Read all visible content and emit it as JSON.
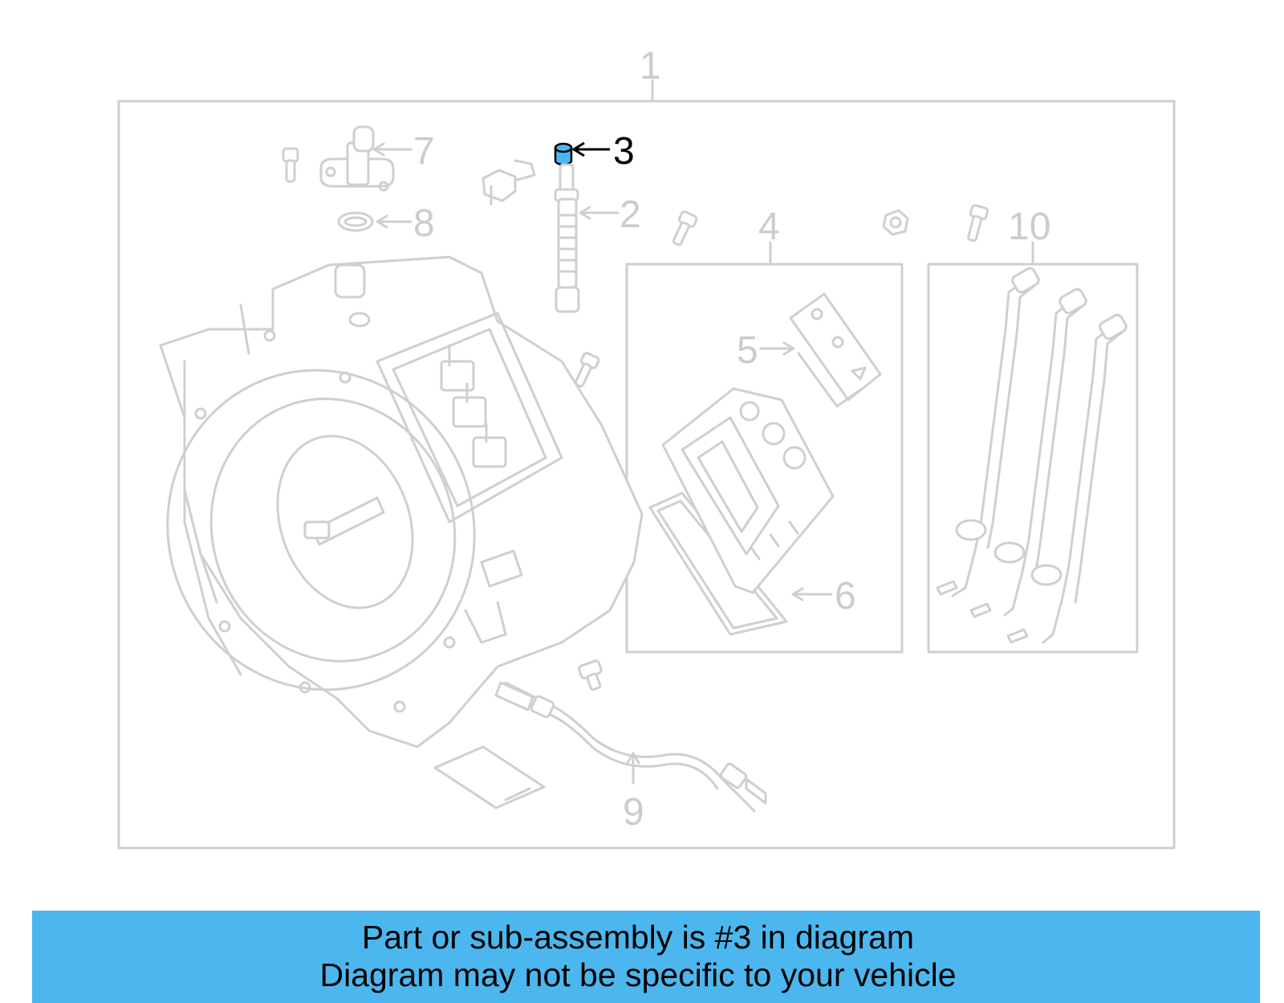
{
  "diagram": {
    "callouts": [
      "1",
      "2",
      "3",
      "4",
      "5",
      "6",
      "7",
      "8",
      "9",
      "10"
    ],
    "highlighted_callout": "3",
    "colors": {
      "line_art": "#cfcfcf",
      "highlight_part": "#4cb7ee",
      "highlight_text": "#000000",
      "banner_background": "#4cb7ee"
    }
  },
  "banner": {
    "line1": "Part or sub-assembly is #3 in diagram",
    "line2": "Diagram may not be specific to your vehicle"
  }
}
